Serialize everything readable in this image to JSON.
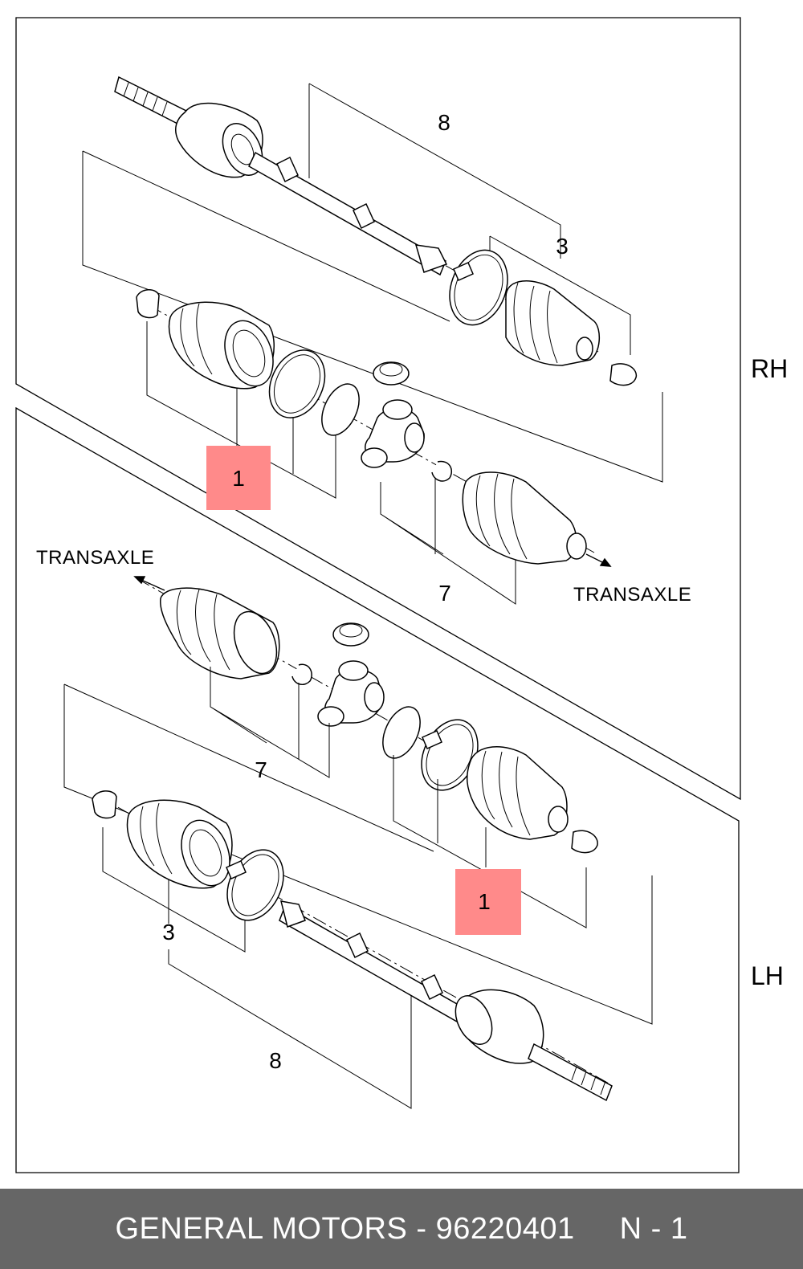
{
  "diagram": {
    "side_labels": {
      "rh": "RH",
      "lh": "LH"
    },
    "arrow_labels": {
      "transaxle_rh": "TRANSAXLE",
      "transaxle_lh": "TRANSAXLE"
    },
    "callouts": {
      "rh": {
        "p1": "1",
        "p3": "3",
        "p7": "7",
        "p8": "8"
      },
      "lh": {
        "p1": "1",
        "p3": "3",
        "p7": "7",
        "p8": "8"
      }
    },
    "highlight_color": "#ff8a8a"
  },
  "footer": {
    "brand": "GENERAL MOTORS",
    "separator": " - ",
    "part_number": "96220401",
    "position": "N - 1"
  }
}
